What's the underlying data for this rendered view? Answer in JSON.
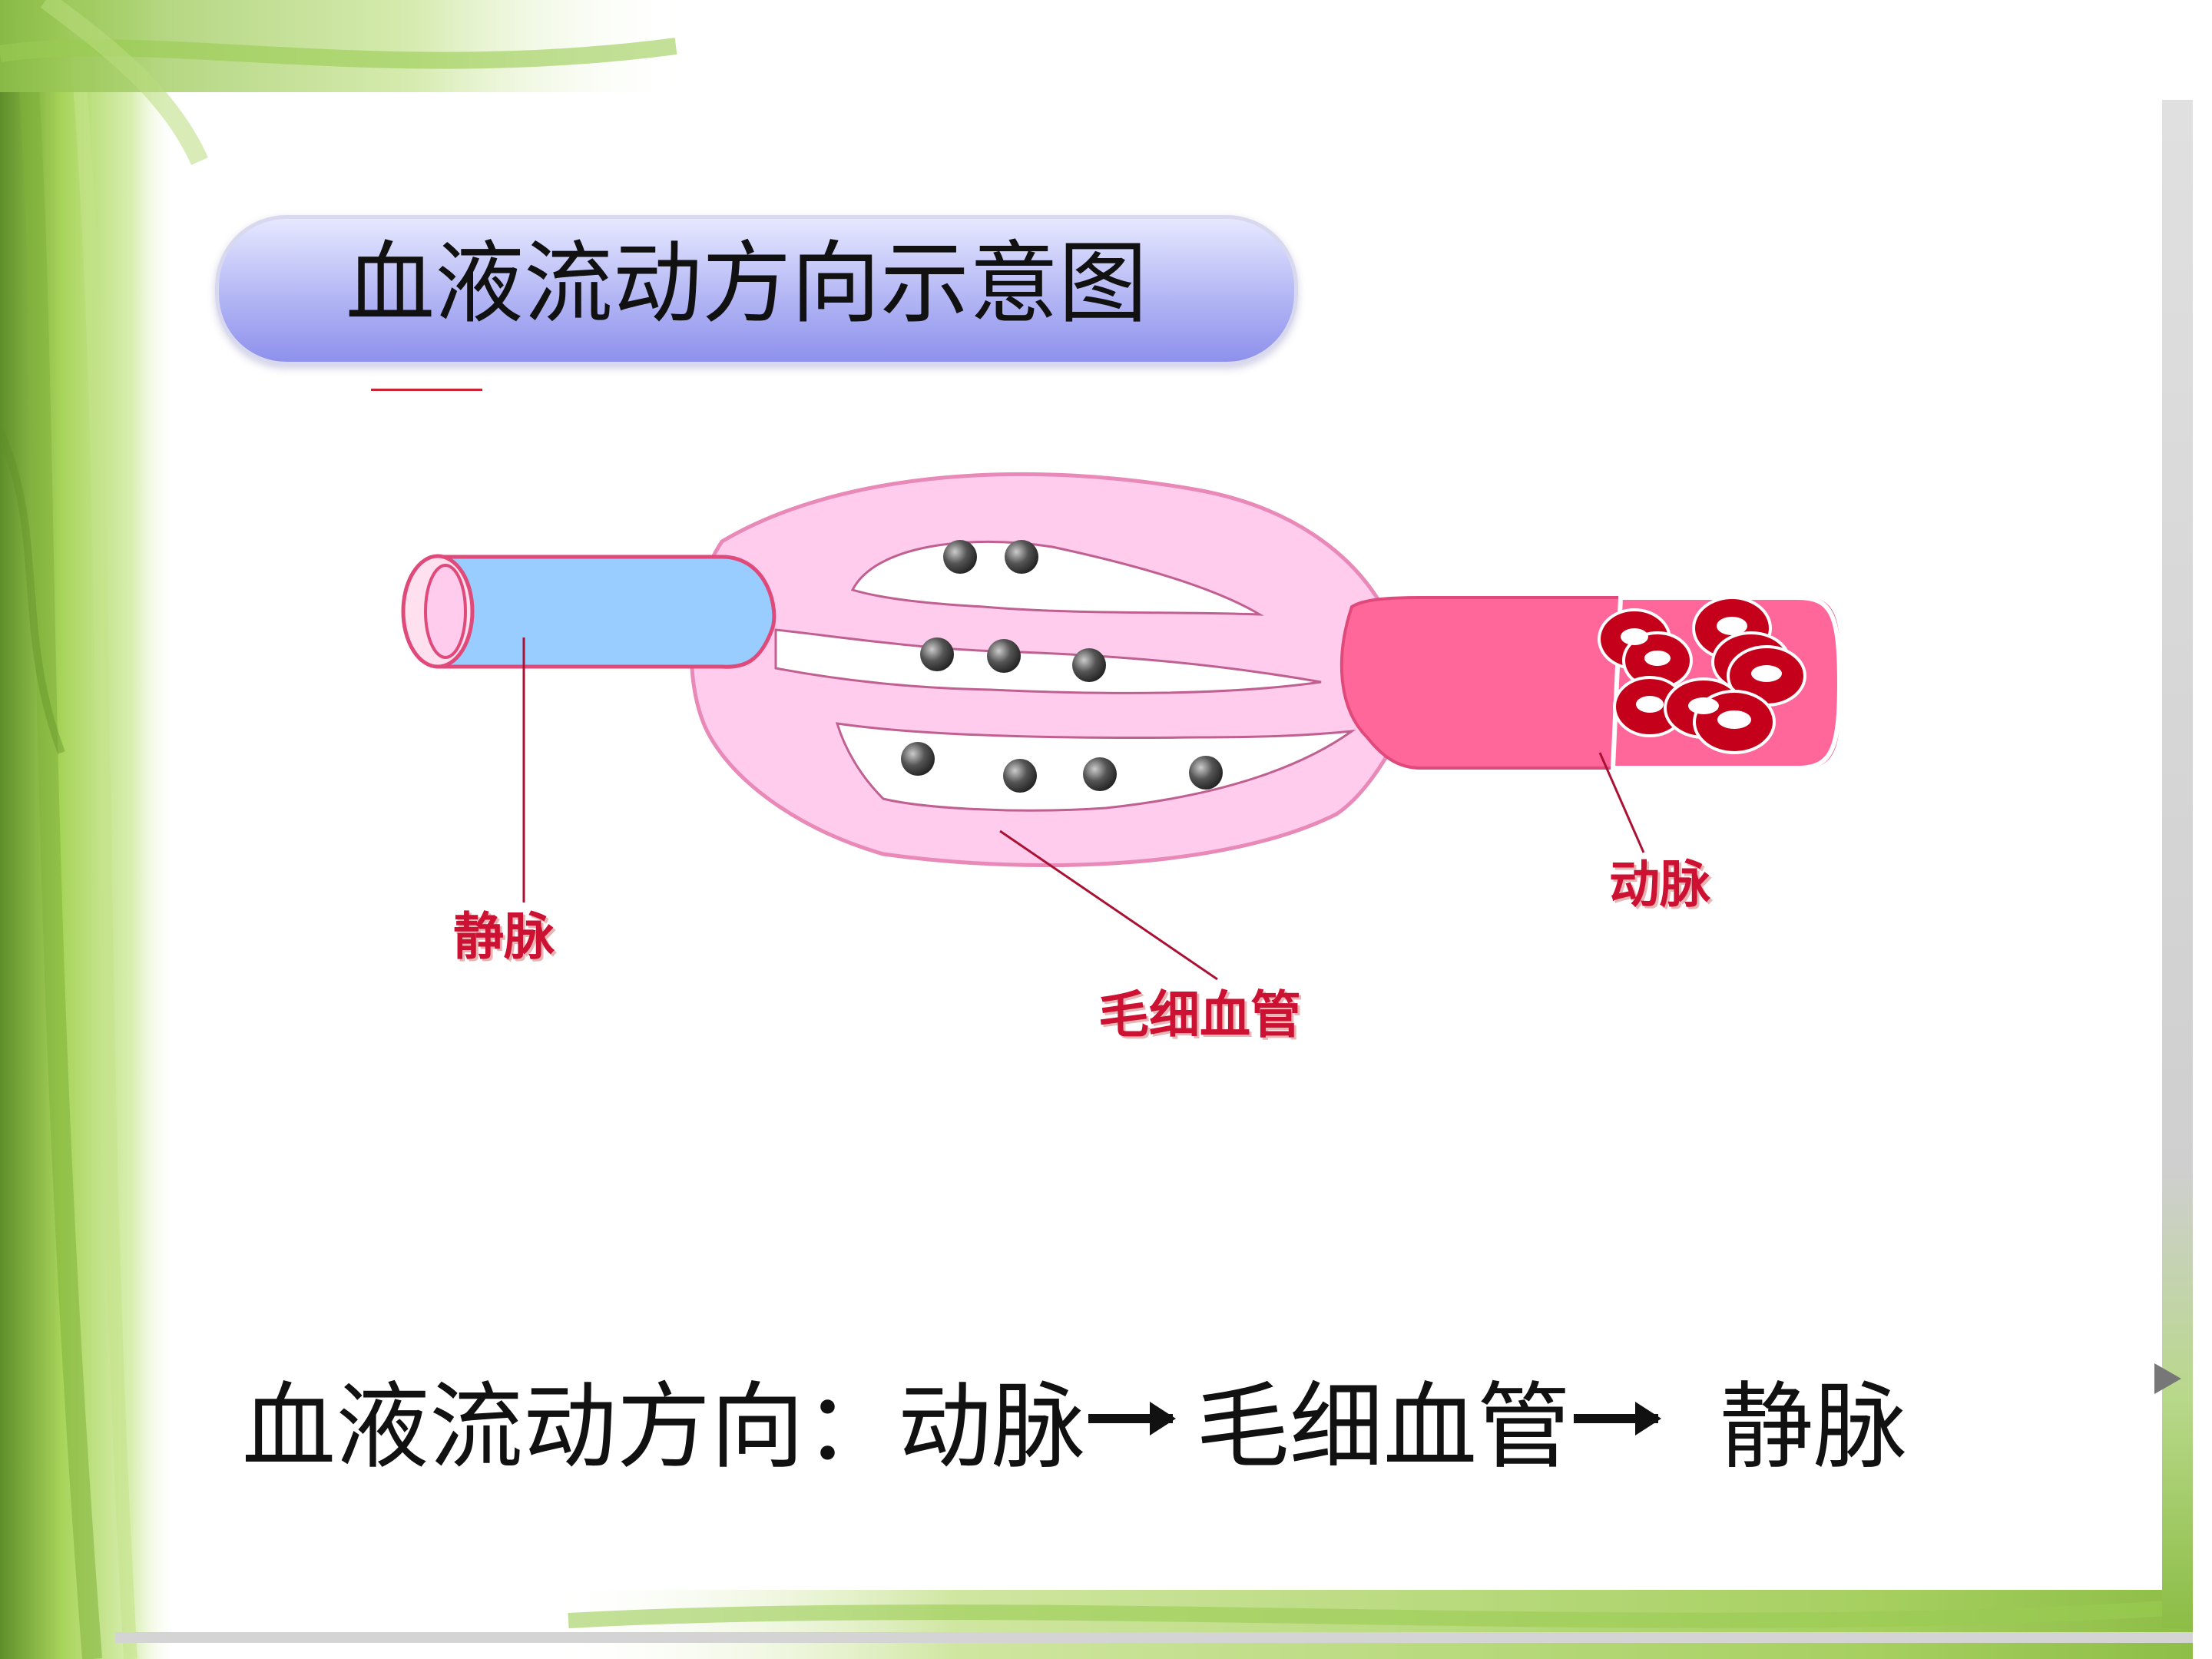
{
  "slide": {
    "title": "血液流动方向示意图",
    "labels": {
      "vein": "静脉",
      "artery": "动脉",
      "capillary": "毛细血管"
    },
    "flow": {
      "prefix": "血液流动方向：",
      "step1": "动脉",
      "step2": "毛细血管",
      "step3": "静脉"
    }
  },
  "colors": {
    "vein_fill": "#99ccff",
    "artery_fill": "#ff6699",
    "capillary_fill": "#ffccee",
    "label_red": "#cc1133",
    "frame_green": "#9ccc48"
  },
  "icons": [
    "arrow-right-icon"
  ]
}
